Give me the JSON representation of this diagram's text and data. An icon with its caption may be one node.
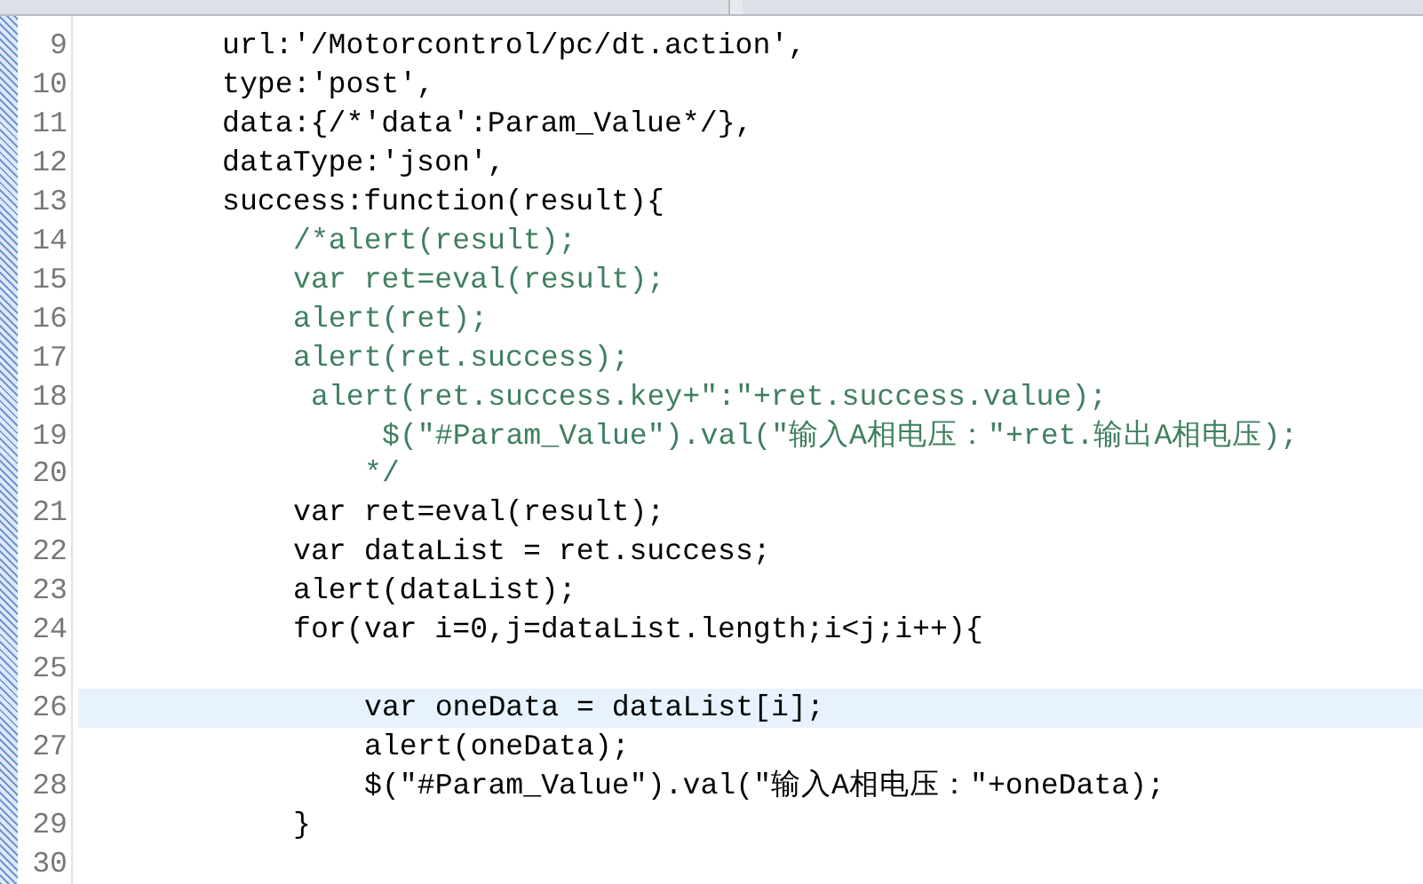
{
  "diagram": {
    "labels": [
      "9",
      "url:'/Motorcontrol/pc/dt.action',",
      "10",
      "type:'post',",
      "11",
      "data:{/*'data':Param_Value*/},",
      "12",
      "dataType:'json',",
      "13",
      "success:function(result){",
      "14",
      "/*alert(result);",
      "15",
      "var ret=eval(result);",
      "16",
      "alert(ret);",
      "17",
      "alert(ret.success);",
      "18",
      "alert(ret.success.key+\":\"+ret.success.value);",
      "19",
      "$(\"#Param_Value\").val(\"输入A相电压：\"+ret.输出A相电压);",
      "20",
      "*/",
      "21",
      "var ret=eval(result);",
      "22",
      "var dataList = ret.success;",
      "23",
      "alert(dataList);",
      "24",
      "for(var i=0,j=dataList.length;i<j;i++){",
      "25",
      "26",
      "var oneData = dataList[i];",
      "27",
      "alert(oneData);",
      "28",
      "$(\"#Param_Value\").val(\"输入A相电压：\"+oneData);",
      "29",
      "}",
      "30"
    ]
  }
}
